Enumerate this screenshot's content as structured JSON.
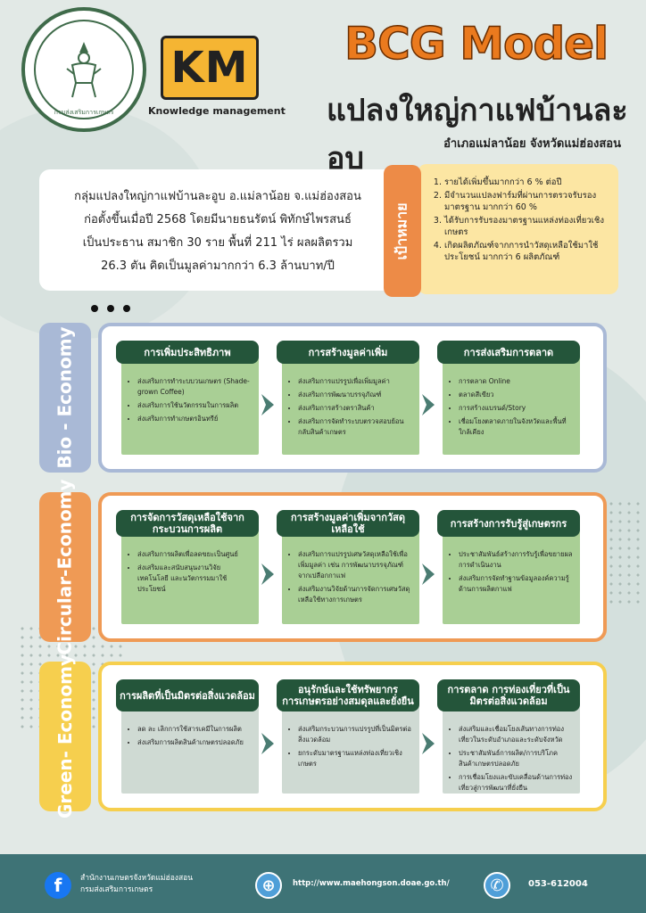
{
  "header": {
    "seal_text": "กรมส่งเสริมการเกษตร",
    "km": "KM",
    "km_sub": "Knowledge management",
    "title": "BCG Model",
    "subtitle": "แปลงใหญ่กาแฟบ้านละอูบ",
    "location": "อำเภอแม่ลาน้อย จังหวัดแม่ฮ่องสอน"
  },
  "intro": {
    "lines": [
      "กลุ่มแปลงใหญ่กาแฟบ้านละอูบ อ.แม่ลาน้อย จ.แม่ฮ่องสอน",
      "ก่อตั้งขึ้นเมื่อปี 2568 โดยมีนายธนรัตน์ พิทักษ์ไพรสนธ์",
      "เป็นประธาน สมาชิก 30 ราย พื้นที่ 211 ไร่ ผลผลิตรวม",
      "26.3 ตัน คิดเป็นมูลค่ามากกว่า 6.3 ล้านบาท/ปี"
    ]
  },
  "goals": {
    "label": "เป้าหมาย",
    "items": [
      "รายได้เพิ่มขึ้นมากกว่า 6 % ต่อปี",
      "มีจำนวนแปลงฟาร์มที่ผ่านการตรวจรับรองมาตรฐาน มากกว่า 60 %",
      "ได้รับการรับรองมาตรฐานแหล่งท่องเที่ยวเชิงเกษตร",
      "เกิดผลิตภัณฑ์จากการนำวัสดุเหลือใช้มาใช้ประโยชน์ มากกว่า 6 ผลิตภัณฑ์"
    ]
  },
  "sections": [
    {
      "label": "Bio - Economy",
      "side_color": "#a9b9d6",
      "border_color": "#a9b9d6",
      "body_color": "#a9cf95",
      "columns": [
        {
          "title": "การเพิ่มประสิทธิภาพ",
          "items": [
            "ส่งเสริมการทำระบบวนเกษตร (Shade-grown Coffee)",
            "ส่งเสริมการใช้นวัตกรรมในการผลิต",
            "ส่งเสริมการทำเกษตรอินทรีย์"
          ]
        },
        {
          "title": "การสร้างมูลค่าเพิ่ม",
          "items": [
            "ส่งเสริมการแปรรูปเพื่อเพิ่มมูลค่า",
            "ส่งเสริมการพัฒนาบรรจุภัณฑ์",
            "ส่งเสริมการสร้างตราสินค้า",
            "ส่งเสริมการจัดทำระบบตรวจสอบย้อนกลับสินค้าเกษตร"
          ]
        },
        {
          "title": "การส่งเสริมการตลาด",
          "items": [
            "การตลาด Online",
            "ตลาดสีเขียว",
            "การสร้างแบรนด์/Story",
            "เชื่อมโยงตลาดภายในจังหวัดและพื้นที่ใกล้เคียง"
          ]
        }
      ]
    },
    {
      "label": "Circular-Economy",
      "side_color": "#ef9a55",
      "border_color": "#ef9a55",
      "body_color": "#a9cf95",
      "columns": [
        {
          "title": "การจัดการวัสดุเหลือใช้จากกระบวนการผลิต",
          "items": [
            "ส่งเสริมการผลิตเพื่อลดขยะเป็นศูนย์",
            "ส่งเสริมและสนับสนุนงานวิจัย เทคโนโลยี และนวัตกรรมมาใช้ประโยชน์"
          ]
        },
        {
          "title": "การสร้างมูลค่าเพิ่มจากวัสดุเหลือใช้",
          "items": [
            "ส่งเสริมการแปรรูปเศษวัสดุเหลือใช้เพื่อเพิ่มมูลค่า เช่น การพัฒนาบรรจุภัณฑ์จากเปลือกกาแฟ",
            "ส่งเสริมงานวิจัยด้านการจัดการเศษวัสดุเหลือใช้ทางการเกษตร"
          ]
        },
        {
          "title": "การสร้างการรับรู้สู่เกษตรกร",
          "items": [
            "ประชาสัมพันธ์สร้างการรับรู้เพื่อขยายผลการดำเนินงาน",
            "ส่งเสริมการจัดทำฐานข้อมูลองค์ความรู้ด้านการผลิตกาแฟ"
          ]
        }
      ]
    },
    {
      "label": "Green- Economy",
      "side_color": "#f6cf4e",
      "border_color": "#f6cf4e",
      "body_color": "#cfdad3",
      "columns": [
        {
          "title": "การผลิตที่เป็นมิตรต่อสิ่งแวดล้อม",
          "items": [
            "ลด ละ เลิกการใช้สารเคมีในการผลิต",
            "ส่งเสริมการผลิตสินค้าเกษตรปลอดภัย"
          ]
        },
        {
          "title": "อนุรักษ์และใช้ทรัพยากรการเกษตรอย่างสมดุลและยั่งยืน",
          "items": [
            "ส่งเสริมกระบวนการแปรรูปที่เป็นมิตรต่อสิ่งแวดล้อม",
            "ยกระดับมาตรฐานแหล่งท่องเที่ยวเชิงเกษตร"
          ]
        },
        {
          "title": "การตลาด การท่องเที่ยวที่เป็นมิตรต่อสิ่งแวดล้อม",
          "items": [
            "ส่งเสริมและเชื่อมโยงเส้นทางการท่องเที่ยวในระดับอำเภอและระดับจังหวัด",
            "ประชาสัมพันธ์การผลิต/การบริโภคสินค้าเกษตรปลอดภัย",
            "การเชื่อมโยงและขับเคลื่อนด้านการท่องเที่ยวสู่การพัฒนาที่ยั่งยืน"
          ]
        }
      ]
    }
  ],
  "footer": {
    "org_line1": "สำนักงานเกษตรจังหวัดแม่ฮ่องสอน",
    "org_line2": "กรมส่งเสริมการเกษตร",
    "url": "http://www.maehongson.doae.go.th/",
    "phone": "053-612004",
    "facebook_glyph": "f",
    "web_glyph": "⊕",
    "phone_glyph": "✆"
  }
}
